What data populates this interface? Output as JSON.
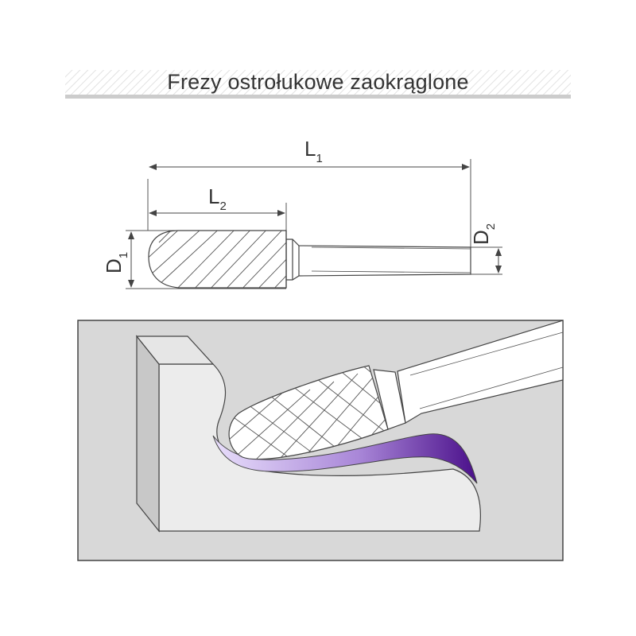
{
  "header": {
    "title": "Frezy ostrołukowe zaokrąglone"
  },
  "dimensions": {
    "L1": {
      "letter": "L",
      "sub": "1"
    },
    "L2": {
      "letter": "L",
      "sub": "2"
    },
    "D1": {
      "letter": "D",
      "sub": "1"
    },
    "D2": {
      "letter": "D",
      "sub": "2"
    }
  },
  "colors": {
    "header_stripe": "#cccccc",
    "line": "#444444",
    "panel": "#d8d8d8",
    "cut_path": "#7a2fa8"
  }
}
